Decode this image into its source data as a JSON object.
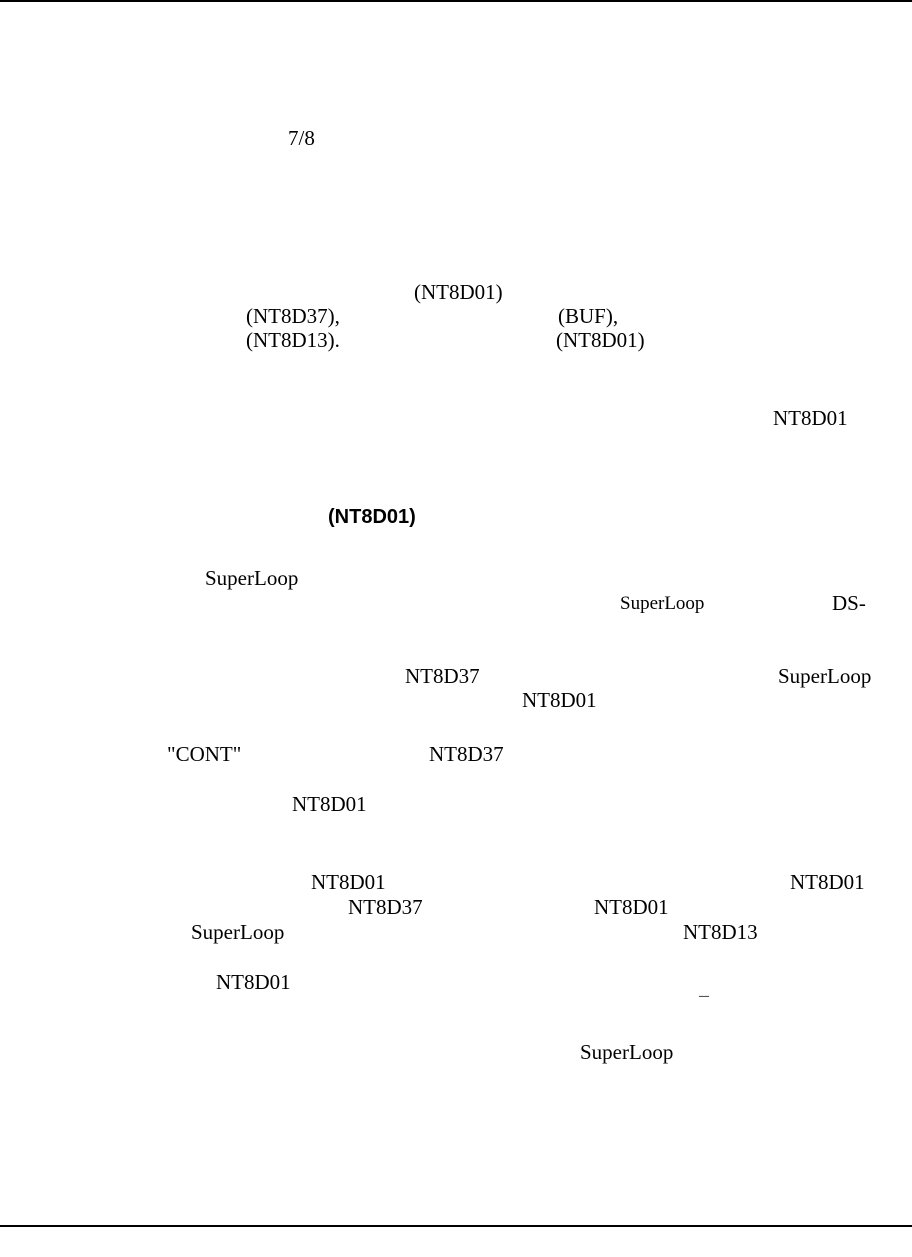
{
  "fragments": {
    "f01": "7/8",
    "f02": "(NT8D01)",
    "f03": "(NT8D37),",
    "f04": "(BUF),",
    "f05": "(NT8D13).",
    "f06": "(NT8D01)",
    "f07": "NT8D01",
    "f08": "(NT8D01)",
    "f09": "SuperLoop",
    "f10": "SuperLoop",
    "f11": "DS-",
    "f12": "NT8D37",
    "f13": "SuperLoop",
    "f14": "NT8D01",
    "f15": "\"CONT\"",
    "f16": "NT8D37",
    "f17": "NT8D01",
    "f18": "NT8D01",
    "f19": "NT8D01",
    "f20": "NT8D37",
    "f21": "NT8D01",
    "f22": "SuperLoop",
    "f23": "NT8D13",
    "f24": "NT8D01",
    "f25": "—",
    "f26": "SuperLoop"
  }
}
